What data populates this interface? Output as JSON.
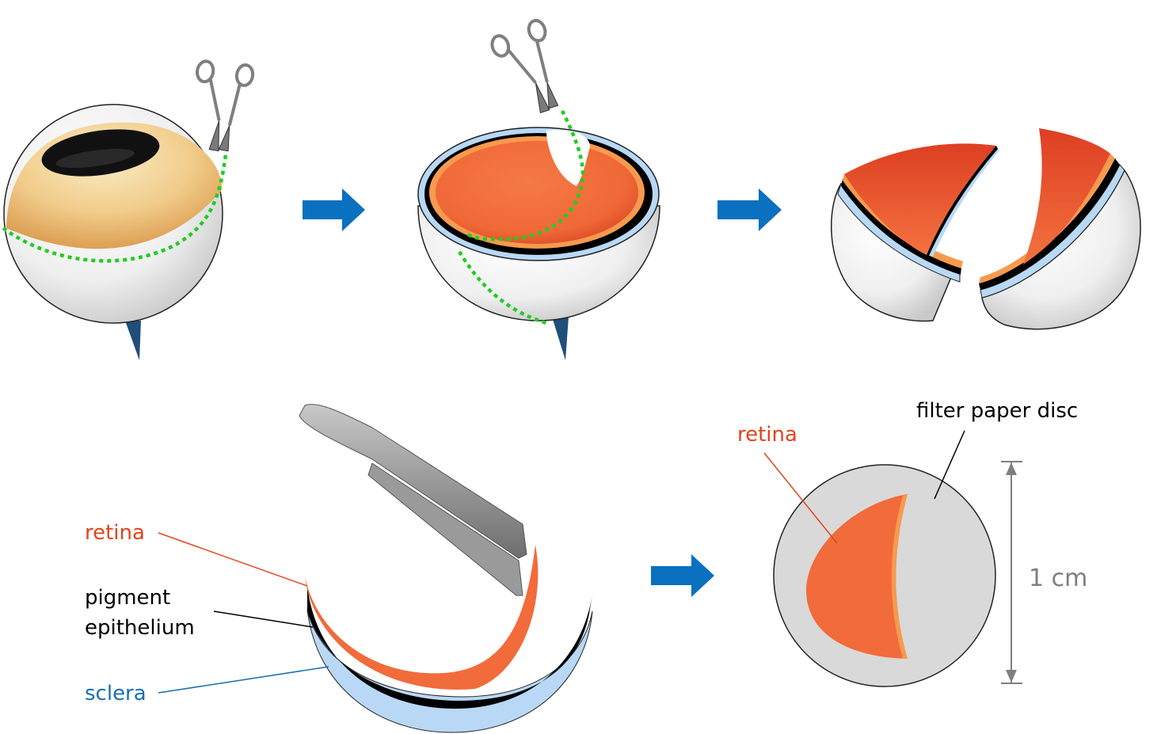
{
  "labels": {
    "retina_left": "retina",
    "pigment_line1": "pigment",
    "pigment_line2": "epithelium",
    "sclera": "sclera",
    "retina_right": "retina",
    "filter_paper": "filter paper disc",
    "scale": "1 cm"
  },
  "colors": {
    "retina": "#f26b3a",
    "retina_label": "#e0441f",
    "sclera": "#b8d8f5",
    "sclera_label": "#1a6fb0",
    "pigment": "#000000",
    "arrow": "#0a70c0",
    "cut_line": "#22cc22",
    "disc": "#d9d9d9",
    "scale_text": "#7f7f7f",
    "eyeball": "#f2f2f2",
    "iris_tan": "#e9b46a",
    "optic_nerve": "#1f4e79",
    "tools": "#808080"
  },
  "icons": [
    "scissors-icon",
    "forceps-icon",
    "arrow-right-icon"
  ]
}
